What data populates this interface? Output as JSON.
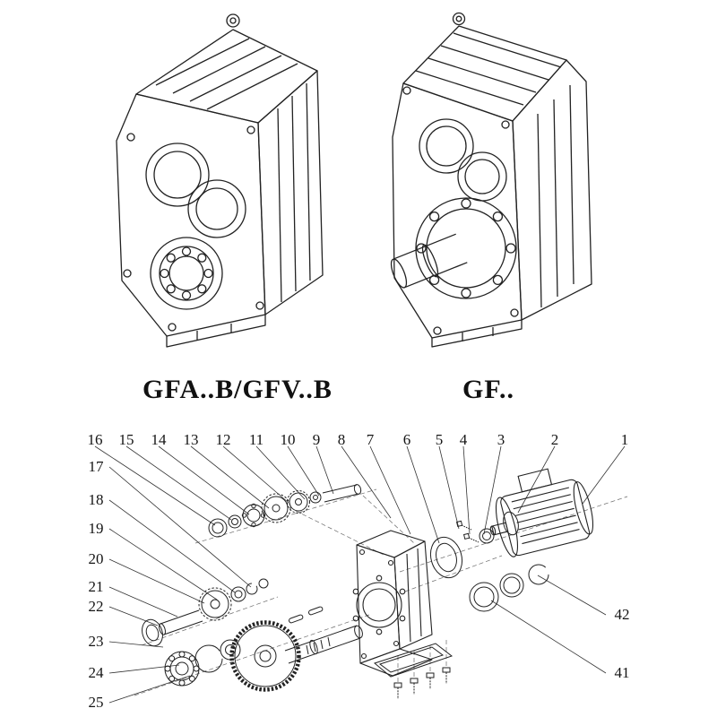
{
  "page": {
    "background": "#ffffff",
    "line_color": "#222222",
    "dash_color": "#6a6a6a"
  },
  "figures": {
    "left_caption": "GFA..B/GFV..B",
    "right_caption": "GF.."
  },
  "exploded_view": {
    "top_row_labels": [
      "16",
      "15",
      "14",
      "13",
      "12",
      "11",
      "10",
      "9",
      "8",
      "7",
      "6",
      "5",
      "4",
      "3",
      "2",
      "1"
    ],
    "left_column_labels": [
      "17",
      "18",
      "19",
      "20",
      "21",
      "22",
      "23",
      "24",
      "25"
    ],
    "right_labels": [
      "42",
      "41"
    ]
  }
}
